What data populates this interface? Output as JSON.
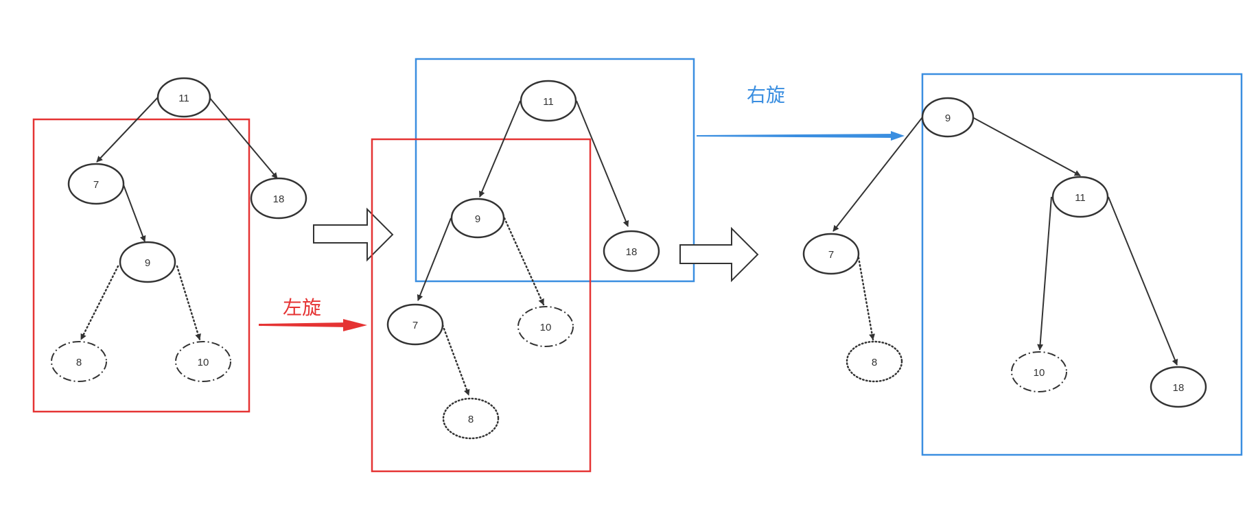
{
  "colors": {
    "red": "#e53333",
    "blue": "#3a8ee0",
    "node_stroke": "#333333",
    "text": "#333333"
  },
  "labels": {
    "left_rotation": "左旋",
    "right_rotation": "右旋"
  },
  "trees": {
    "tree1": {
      "n11": "11",
      "n7": "7",
      "n18": "18",
      "n9": "9",
      "n8": "8",
      "n10": "10"
    },
    "tree2": {
      "n11": "11",
      "n9": "9",
      "n18": "18",
      "n7": "7",
      "n10": "10",
      "n8": "8"
    },
    "tree3": {
      "n9": "9",
      "n7": "7",
      "n11": "11",
      "n8": "8",
      "n10": "10",
      "n18": "18"
    }
  }
}
